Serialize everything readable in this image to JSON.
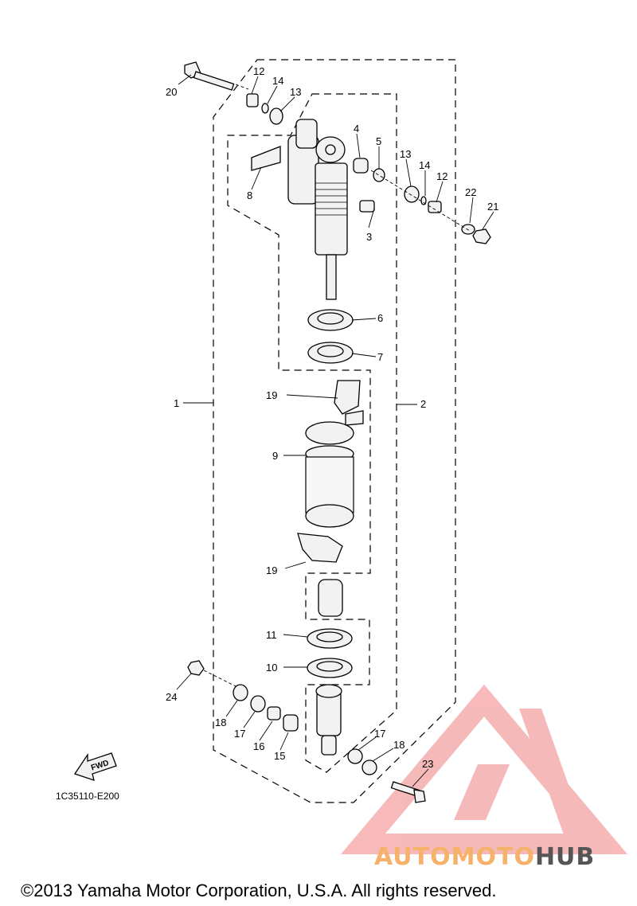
{
  "diagram": {
    "callouts": [
      "1",
      "2",
      "3",
      "4",
      "5",
      "6",
      "7",
      "8",
      "9",
      "10",
      "11",
      "12",
      "12",
      "13",
      "13",
      "14",
      "14",
      "15",
      "16",
      "17",
      "17",
      "18",
      "18",
      "19",
      "19",
      "20",
      "21",
      "22",
      "23",
      "24"
    ],
    "fwd_label": "FWD",
    "part_code": "1C35110-E200",
    "copyright": "©2013 Yamaha Motor Corporation, U.S.A. All rights reserved."
  },
  "watermark": {
    "text_a": "AUTOMOTO",
    "text_b": "HUB",
    "color_primary": "#f08080",
    "color_secondary": "#555555"
  }
}
